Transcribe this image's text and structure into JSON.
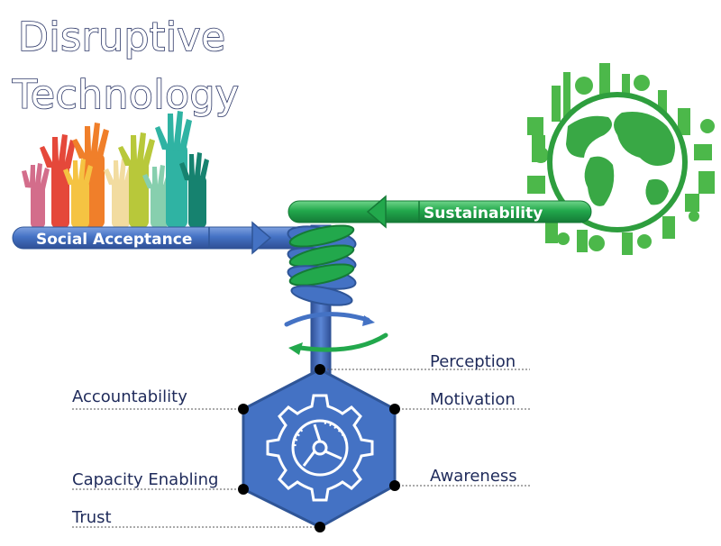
{
  "title": {
    "line1": "Disruptive",
    "line2": "Technology"
  },
  "arrows": {
    "social": {
      "label": "Social Acceptance",
      "color": "#4472c4"
    },
    "sustainability": {
      "label": "Sustainability",
      "color": "#1fa44a"
    }
  },
  "factors": {
    "perception": "Perception",
    "motivation": "Motivation",
    "awareness": "Awareness",
    "accountability": "Accountability",
    "capacity_enabling": "Capacity Enabling",
    "trust": "Trust"
  },
  "icons": {
    "hands": "raised-hands-icon",
    "globe": "green-city-globe-icon",
    "gear": "gear-icon"
  },
  "colors": {
    "hexagon": "#4472c4",
    "hexagon_border": "#2f5597",
    "accent_green": "#1fa44a",
    "text_dark": "#1e2a5a"
  }
}
